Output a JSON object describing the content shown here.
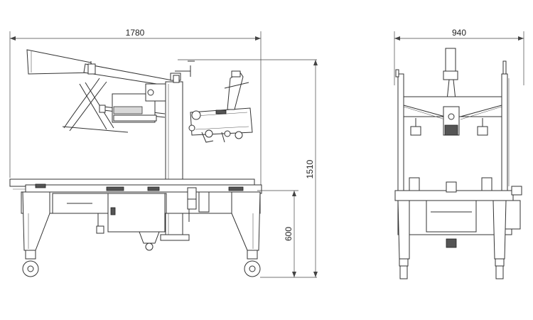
{
  "dimensions": {
    "side_width": "1780",
    "front_width": "940",
    "total_height": "1510",
    "table_height": "600"
  }
}
